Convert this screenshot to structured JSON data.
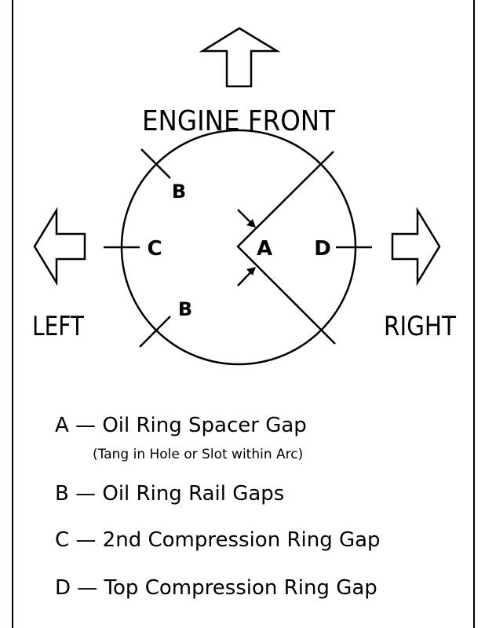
{
  "diagram": {
    "direction_labels": {
      "front": "ENGINE FRONT",
      "left": "LEFT",
      "right": "RIGHT"
    },
    "ring_labels": {
      "a": "A",
      "b_upper": "B",
      "b_lower": "B",
      "c": "C",
      "d": "D"
    }
  },
  "legend": [
    {
      "text": "A — Oil Ring Spacer Gap",
      "note": "(Tang in Hole or Slot within Arc)"
    },
    {
      "text": "B — Oil Ring Rail Gaps"
    },
    {
      "text": "C — 2nd Compression Ring Gap"
    },
    {
      "text": "D — Top Compression Ring Gap"
    }
  ]
}
